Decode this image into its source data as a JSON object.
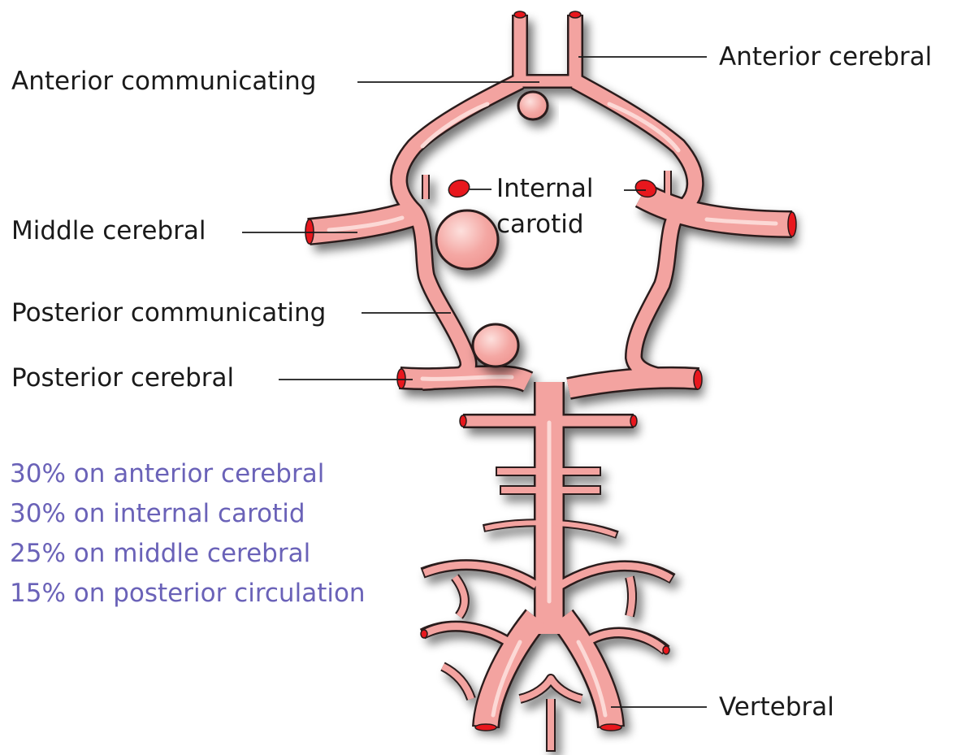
{
  "labels": {
    "anterior_cerebral": "Anterior cerebral",
    "anterior_communicating": "Anterior communicating",
    "internal_carotid_line1": "Internal",
    "internal_carotid_line2": "carotid",
    "middle_cerebral": "Middle cerebral",
    "posterior_communicating": "Posterior communicating",
    "posterior_cerebral": "Posterior cerebral",
    "vertebral": "Vertebral"
  },
  "statistics": [
    "30% on anterior cerebral",
    "30% on internal carotid",
    "25% on middle cerebral",
    "15% on posterior circulation"
  ],
  "colors": {
    "vessel_fill": "#f3a3a0",
    "vessel_highlight": "#fcd9d6",
    "vessel_cut": "#e8171d",
    "vessel_outline": "#2a1a1a",
    "stat_text": "#6a62b8",
    "label_text": "#1a1a1a"
  }
}
